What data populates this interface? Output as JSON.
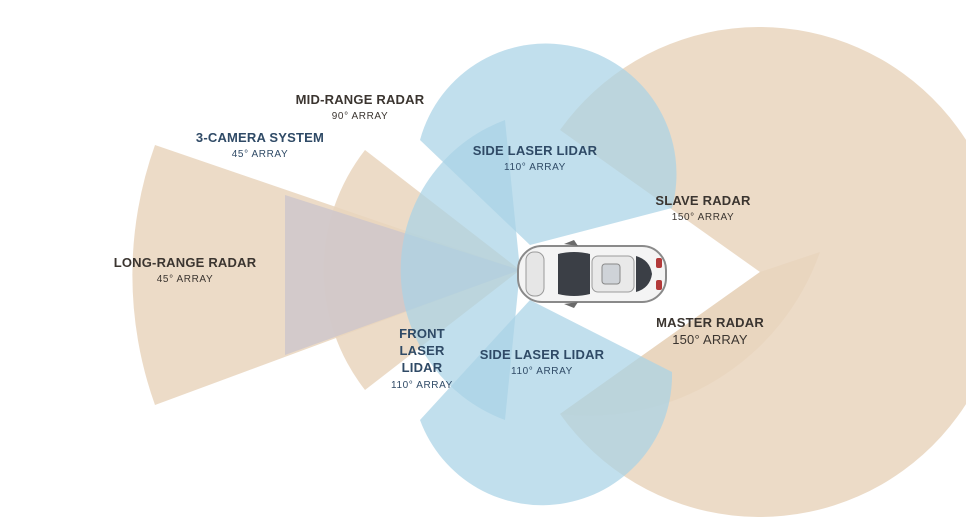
{
  "colors": {
    "radar": "#e9d5bd",
    "lidar": "#a9d2e6",
    "camera": "#cbc4cc",
    "label_dark": "#3b3530",
    "label_blue": "#2f4a66"
  },
  "icons": {
    "vehicle": "car-top-view-icon"
  },
  "sensors": {
    "long_range_radar": {
      "name": "LONG-RANGE RADAR",
      "array": "45° ARRAY"
    },
    "camera_system": {
      "name": "3-CAMERA SYSTEM",
      "array": "45° ARRAY"
    },
    "mid_range_radar": {
      "name": "MID-RANGE RADAR",
      "array": "90° ARRAY"
    },
    "side_lidar_top": {
      "name": "SIDE LASER LIDAR",
      "array": "110° ARRAY"
    },
    "side_lidar_bottom": {
      "name": "SIDE LASER LIDAR",
      "array": "110° ARRAY"
    },
    "front_lidar": {
      "name_lines": [
        "FRONT",
        "LASER",
        "LIDAR"
      ],
      "array": "110° ARRAY"
    },
    "slave_radar": {
      "name": "SLAVE RADAR",
      "array": "150° ARRAY"
    },
    "master_radar": {
      "name": "MASTER RADAR",
      "array": "150° ARRAY"
    }
  }
}
